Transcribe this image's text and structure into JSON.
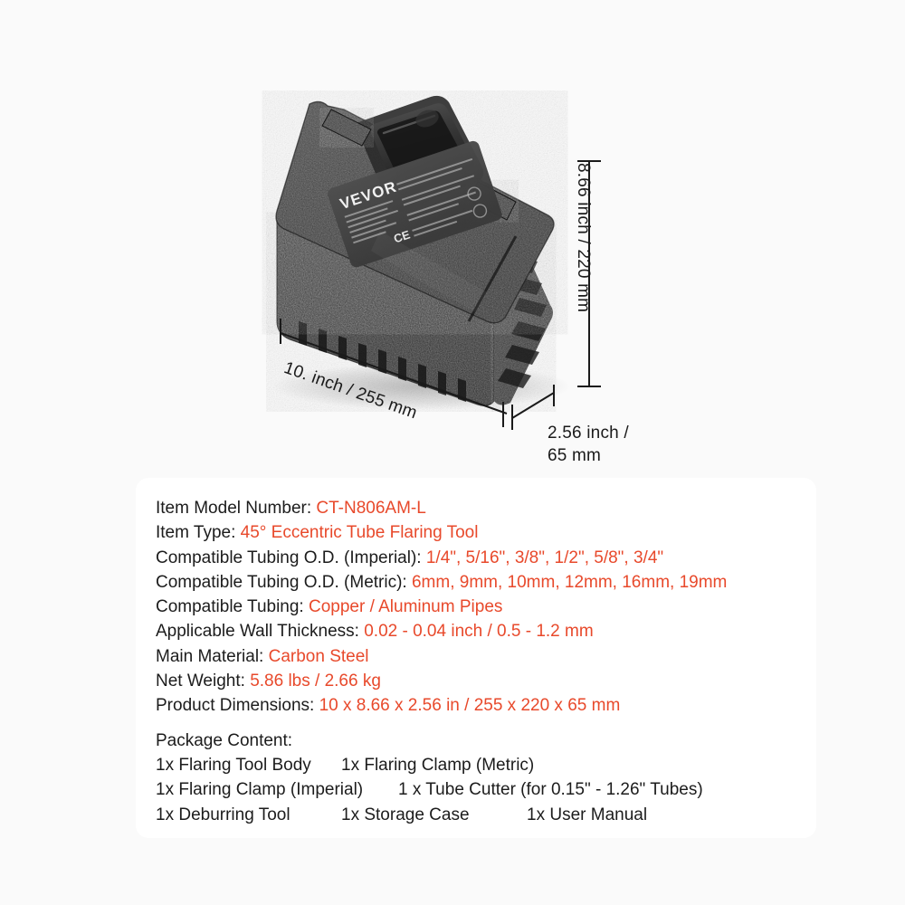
{
  "product_image": {
    "alt_name": "vevor-tool-storage-case",
    "brand_logo_text": "VEVOR",
    "label_mark": "CE",
    "case_color": "#3a3a3a",
    "background_color": "#fafafa"
  },
  "dimensions": {
    "height_label": "8.66 inch / 220 mm",
    "width_label": "10. inch / 255 mm",
    "depth_label": "2.56 inch /\n65 mm"
  },
  "spec_card": {
    "accent_color": "#e8492b",
    "background_color": "#ffffff",
    "rows": [
      {
        "label": "Item Model Number: ",
        "value": "CT-N806AM-L"
      },
      {
        "label": "Item Type: ",
        "value": "45° Eccentric Tube Flaring Tool"
      },
      {
        "label": "Compatible Tubing O.D. (Imperial): ",
        "value": "1/4\", 5/16\", 3/8\", 1/2\", 5/8\", 3/4\""
      },
      {
        "label": "Compatible Tubing O.D. (Metric): ",
        "value": "6mm, 9mm, 10mm, 12mm, 16mm, 19mm"
      },
      {
        "label": "Compatible Tubing: ",
        "value": "Copper / Aluminum Pipes"
      },
      {
        "label": "Applicable Wall Thickness: ",
        "value": "0.02 - 0.04 inch / 0.5 - 1.2 mm"
      },
      {
        "label": "Main Material: ",
        "value": "Carbon Steel"
      },
      {
        "label": "Net Weight: ",
        "value": "5.86 lbs / 2.66 kg"
      },
      {
        "label": "Product Dimensions: ",
        "value": "10 x 8.66 x 2.56 in / 255 x 220 x 65  mm"
      }
    ],
    "package_title": "Package Content:",
    "package_rows": [
      [
        "1x Flaring Tool Body",
        "1x Flaring Clamp (Metric)"
      ],
      [
        "1x Flaring Clamp (Imperial)",
        "1 x Tube Cutter (for 0.15\" - 1.26\" Tubes)"
      ],
      [
        "1x Deburring Tool",
        "1x Storage Case",
        "1x User Manual"
      ]
    ]
  }
}
